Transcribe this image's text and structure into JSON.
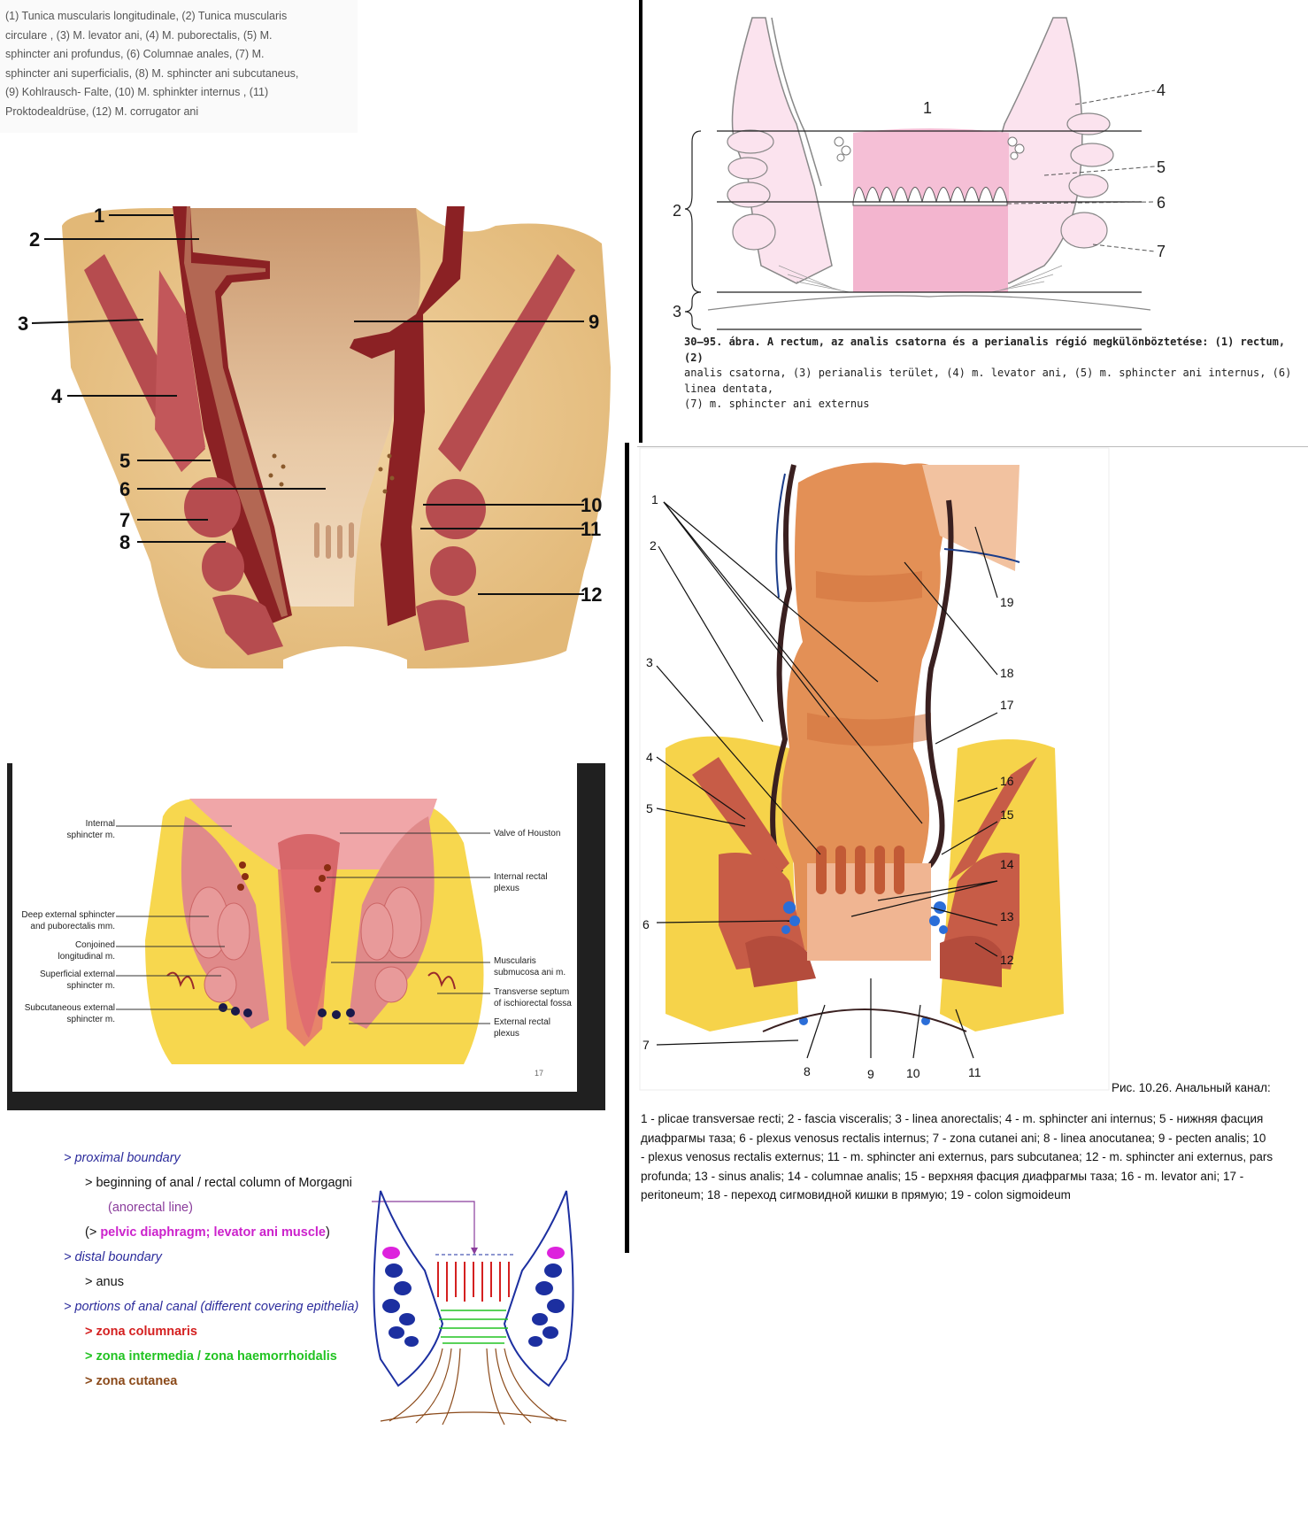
{
  "panel1": {
    "legend_lines": [
      "(1) Tunica muscularis longitudinale, (2) Tunica muscularis",
      "circulare , (3) M. levator ani, (4) M. puborectalis, (5) M.",
      "sphincter ani profundus, (6) Columnae anales, (7) M.",
      "sphincter ani superficialis, (8) M. sphincter ani subcutaneus,",
      "(9) Kohlrausch- Falte, (10) M. sphinkter internus , (11)",
      "Proktodealdrüse, (12) M. corrugator ani"
    ],
    "labels": [
      "1",
      "2",
      "3",
      "4",
      "5",
      "6",
      "7",
      "8",
      "9",
      "10",
      "11",
      "12"
    ]
  },
  "panel2": {
    "labels": [
      "1",
      "2",
      "3",
      "4",
      "5",
      "6",
      "7"
    ],
    "caption_html_parts": [
      {
        "t": "30—95. ábra. A rectum, az analis csatorna és a perianalis régió megkülönböztetése:",
        "b": true
      },
      {
        "t": " (1)",
        "b": true
      },
      {
        "t": " rectum, ",
        "b": false
      },
      {
        "t": "(2)",
        "b": true
      },
      {
        "t": " analis csatorna, ",
        "b": false
      },
      {
        "t": "(3)",
        "b": true
      },
      {
        "t": " perianalis terület, ",
        "b": false
      },
      {
        "t": "(4)",
        "b": true
      },
      {
        "t": " m. levator ani, ",
        "b": false
      },
      {
        "t": "(5)",
        "b": true
      },
      {
        "t": " m. sphincter ani internus, ",
        "b": false
      },
      {
        "t": "(6)",
        "b": true
      },
      {
        "t": " linea dentata, ",
        "b": false
      },
      {
        "t": "(7)",
        "b": true
      },
      {
        "t": " m. sphincter ani externus",
        "b": false
      }
    ],
    "caption_lines": [
      "30—95. ábra. A rectum, az analis csatorna és a perianalis régió megkülönböztetése: (1) rectum, (2)",
      "analis csatorna, (3) perianalis terület, (4) m. levator ani, (5) m. sphincter ani internus, (6) linea dentata,",
      "(7) m. sphincter ani externus"
    ]
  },
  "panel3": {
    "labels_left": [
      "Internal\nsphincter m.",
      "Deep external sphincter\nand puborectalis mm.",
      "Conjoined\nlongitudinal m.",
      "Superficial external\nsphincter m.",
      "Subcutaneous external\nsphincter m."
    ],
    "labels_right": [
      "Valve of Houston",
      "Internal rectal\nplexus",
      "Muscularis\nsubmucosa ani m.",
      "Transverse septum\nof ischiorectal fossa",
      "External rectal\nplexus"
    ],
    "page_number": "17"
  },
  "panel4": {
    "labels": [
      "1",
      "2",
      "3",
      "4",
      "5",
      "6",
      "7",
      "8",
      "9",
      "10",
      "11",
      "12",
      "13",
      "14",
      "15",
      "16",
      "17",
      "18",
      "19"
    ],
    "figure_title": "Рис. 10.26. Анальный канал:",
    "legend_lines": [
      "1 - plicae transversae recti; 2 - fascia visceralis; 3 - linea anorectalis; 4 - m. sphincter ani internus; 5 - нижняя фасция",
      "диафрагмы таза; 6 - plexus venosus rectalis internus; 7 - zona cutanei ani; 8 - linea anocutanea; 9 - pecten analis; 10",
      "- plexus venosus rectalis externus; 11 - m. sphincter ani externus, pars subcutanea; 12 - m. sphincter ani externus, pars",
      "profunda; 13 - sinus analis; 14 - columnae analis; 15 - верхняя фасция диафрагмы таза; 16 - m. levator ani; 17 -",
      "peritoneum; 18 - переход сигмовидной кишки в прямую; 19 - colon sigmoideum"
    ]
  },
  "panel5": {
    "items": [
      {
        "text": "> proximal boundary",
        "style": "navy",
        "indent": 0
      },
      {
        "text": "> beginning of anal / rectal column of Morgagni",
        "style": "blk",
        "indent": 1
      },
      {
        "text": "(anorectal line)",
        "style": "purp",
        "indent": 2
      },
      {
        "text": "(> pelvic diaphragm; levator ani muscle)",
        "style": "mixed",
        "indent": 1
      },
      {
        "text": "> distal boundary",
        "style": "navy",
        "indent": 0
      },
      {
        "text": "> anus",
        "style": "blk",
        "indent": 1
      },
      {
        "text": "> portions of anal canal (different covering epithelia)",
        "style": "navy",
        "indent": 0
      },
      {
        "text": "> zona columnaris",
        "style": "red",
        "indent": 1
      },
      {
        "text": "> zona intermedia / zona haemorrhoidalis",
        "style": "grn",
        "indent": 1
      },
      {
        "text": "> zona cutanea",
        "style": "brn",
        "indent": 1
      }
    ],
    "mixed_parts": {
      "open": "(> ",
      "mag": "pelvic diaphragm; levator ani muscle",
      "close": ")"
    }
  },
  "colors": {
    "muscle_red": "#b2474c",
    "fat_tan": "#e8c28a",
    "wall_dark": "#8a1f22",
    "pink": "#f3b5cf",
    "yellow_fat": "#f6d54a",
    "navy": "#2c2c9c"
  }
}
